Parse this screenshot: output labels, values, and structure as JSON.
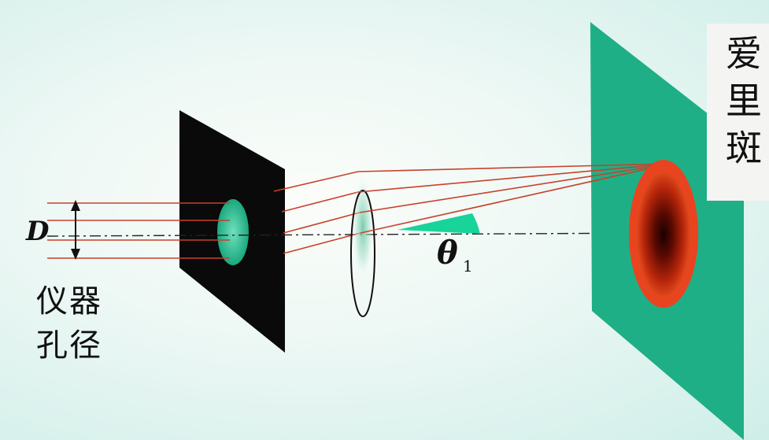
{
  "labels": {
    "aperture_symbol": "D",
    "aperture_caption_line1": "仪器",
    "aperture_caption_line2": "孔径",
    "angle_symbol": "θ",
    "angle_subscript": "1",
    "airy_disk_chars": [
      "爱",
      "里",
      "斑"
    ]
  },
  "colors": {
    "screen_green": "#1faf86",
    "aperture_black": "#0a0a0a",
    "ray_red": "#c8412b",
    "spot_orange": "#e8441f",
    "angle_fill": "#18d39a"
  }
}
